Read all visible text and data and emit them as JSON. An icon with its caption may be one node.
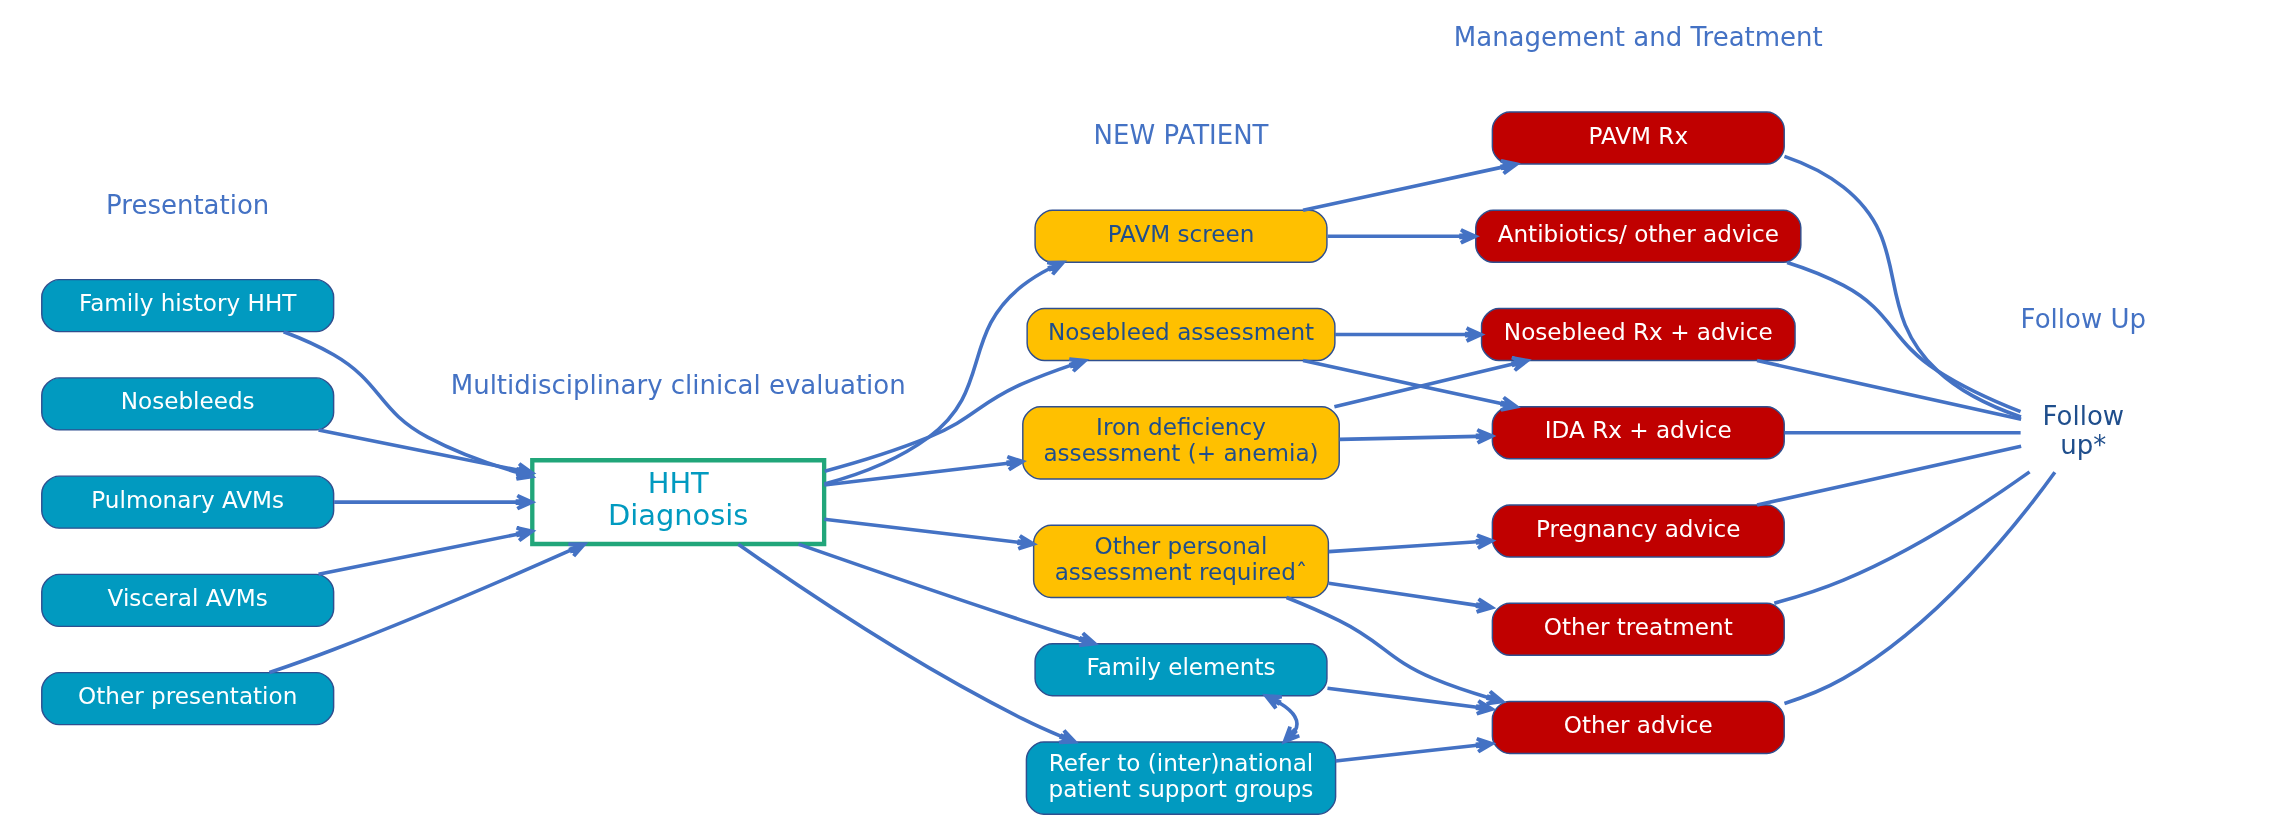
{
  "diagram": {
    "nodes": [
      {
        "text": [
          "Family history HHT"
        ]
      },
      {
        "text": [
          "Nosebleeds"
        ]
      },
      {
        "text": [
          "Pulmonary AVMs"
        ]
      },
      {
        "text": [
          "Visceral AVMs"
        ]
      },
      {
        "text": [
          "Other presentation"
        ]
      },
      {
        "text": [
          "HHT Diagnosis"
        ]
      },
      {
        "text": [
          "PAVM screen"
        ]
      },
      {
        "text": [
          "Nosebleed assessment"
        ]
      },
      {
        "text": [
          "Iron deficiency assessment (+ anemia)"
        ]
      },
      {
        "text": [
          "Other personal assessment requiredˆ"
        ]
      },
      {
        "text": [
          "Family elements"
        ]
      },
      {
        "text": [
          "Refer to (inter)national patient support groups"
        ]
      },
      {
        "text": [
          "PAVM Rx"
        ]
      },
      {
        "text": [
          "Antibiotics/ other advice"
        ]
      },
      {
        "text": [
          "Nosebleed Rx + advice"
        ]
      },
      {
        "text": [
          "IDA Rx + advice"
        ]
      },
      {
        "text": [
          "Pregnancy advice"
        ]
      },
      {
        "text": [
          "Other treatment"
        ]
      },
      {
        "text": [
          "Other advice"
        ]
      },
      {
        "text": [
          "Follow up*"
        ]
      }
    ],
    "edges": [
      {
        "from": 0,
        "to": 5,
        "arrow": "to"
      },
      {
        "from": 1,
        "to": 5,
        "arrow": "to"
      },
      {
        "from": 2,
        "to": 5,
        "arrow": "to"
      },
      {
        "from": 3,
        "to": 5,
        "arrow": "to"
      },
      {
        "from": 4,
        "to": 5,
        "arrow": "to"
      },
      {
        "from": 5,
        "to": 6,
        "arrow": "to"
      },
      {
        "from": 5,
        "to": 7,
        "arrow": "to"
      },
      {
        "from": 5,
        "to": 8,
        "arrow": "to"
      },
      {
        "from": 5,
        "to": 9,
        "arrow": "to"
      },
      {
        "from": 5,
        "to": 10,
        "arrow": "to"
      },
      {
        "from": 5,
        "to": 11,
        "arrow": "to"
      },
      {
        "from": 6,
        "to": 12,
        "arrow": "to"
      },
      {
        "from": 6,
        "to": 13,
        "arrow": "to"
      },
      {
        "from": 7,
        "to": 14,
        "arrow": "to"
      },
      {
        "from": 7,
        "to": 15,
        "arrow": "to"
      },
      {
        "from": 8,
        "to": 14,
        "arrow": "to"
      },
      {
        "from": 8,
        "to": 15,
        "arrow": "to"
      },
      {
        "from": 9,
        "to": 16,
        "arrow": "to"
      },
      {
        "from": 9,
        "to": 17,
        "arrow": "to"
      },
      {
        "from": 9,
        "to": 18,
        "arrow": "to"
      },
      {
        "from": 10,
        "to": 18,
        "arrow": "to"
      },
      {
        "from": 10,
        "to": 11,
        "arrow": "both"
      },
      {
        "from": 11,
        "to": 18,
        "arrow": "to"
      },
      {
        "from": 12,
        "to": 19,
        "arrow": "none"
      },
      {
        "from": 13,
        "to": 19,
        "arrow": "none"
      },
      {
        "from": 14,
        "to": 19,
        "arrow": "none"
      },
      {
        "from": 15,
        "to": 19,
        "arrow": "none"
      },
      {
        "from": 16,
        "to": 19,
        "arrow": "none"
      },
      {
        "from": 17,
        "to": 19,
        "arrow": "none"
      },
      {
        "from": 18,
        "to": 19,
        "arrow": "none"
      }
    ],
    "labels": [
      "Multidisciplinary clinical evaluation",
      "Management and Treatment",
      "Follow Up",
      "Presentation",
      "NEW PATIENT"
    ]
  }
}
